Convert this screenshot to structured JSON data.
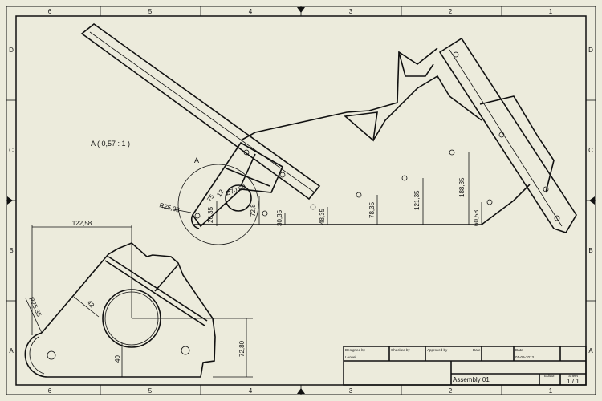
{
  "sheet": {
    "column_labels": [
      "6",
      "5",
      "4",
      "3",
      "2",
      "1"
    ],
    "row_labels": [
      "D",
      "C",
      "B",
      "A"
    ]
  },
  "views": {
    "detail_scale_label": "A ( 0,57 : 1 )",
    "detail_marker": "A",
    "main_dimensions": [
      "R25,35",
      "26,35",
      "75",
      "12",
      "Ø70,60",
      "72,8",
      "30,35",
      "48,35",
      "78,35",
      "121,35",
      "188,35",
      "60,58"
    ],
    "detail_dimensions": [
      "122,58",
      "R25,35",
      "42",
      "40",
      "72,80"
    ]
  },
  "title_block": {
    "designed_by_label": "Designed by",
    "designed_by": "Leonel",
    "checked_by_label": "Checked by",
    "approved_by_label": "Approved by",
    "date_label_1": "Date",
    "date_label_2": "Date",
    "date": "01-09-2013",
    "title": "Assembly 01",
    "edition_label": "Edition",
    "sheet_label": "Sheet",
    "sheet": "1 / 1"
  }
}
